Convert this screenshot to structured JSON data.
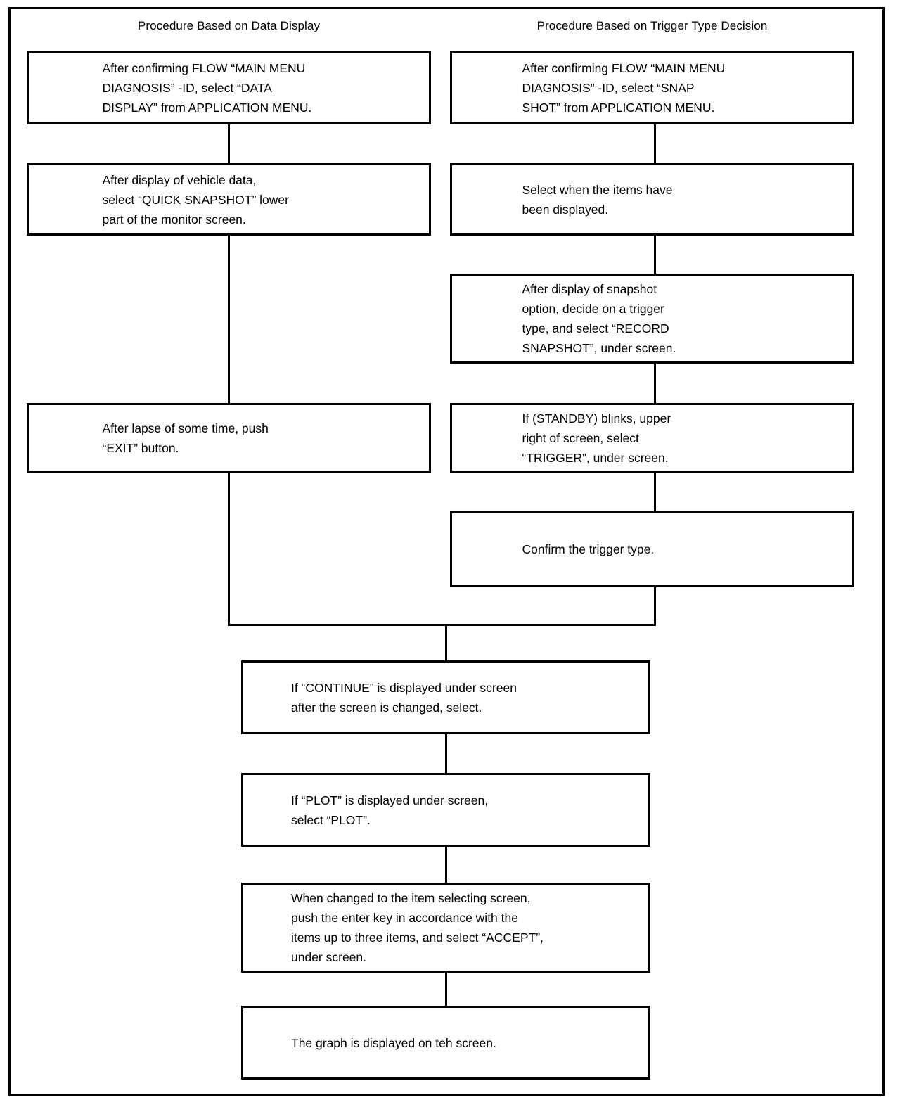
{
  "diagram": {
    "title_left_column": "Procedure Based on Data Display",
    "title_right_column": "Procedure Based on Trigger Type Decision",
    "left_column": [
      {
        "id": "data-display-step-1",
        "text": "After confirming FLOW “MAIN MENU\nDIAGNOSIS” -ID, select “DATA\nDISPLAY” from APPLICATION MENU."
      },
      {
        "id": "data-display-step-2",
        "text": "After display of vehicle data,\nselect “QUICK SNAPSHOT” lower\npart of the monitor screen."
      },
      {
        "id": "data-display-step-3",
        "text": "After lapse of some time, push\n“EXIT” button."
      }
    ],
    "right_column": [
      {
        "id": "trigger-step-1",
        "text": "After confirming FLOW “MAIN MENU\nDIAGNOSIS” -ID, select “SNAP\nSHOT” from APPLICATION MENU."
      },
      {
        "id": "trigger-step-2",
        "text": "Select when the items have\nbeen displayed."
      },
      {
        "id": "trigger-step-3",
        "text": "After display of snapshot\noption, decide on a trigger\ntype, and select “RECORD\nSNAPSHOT”, under screen."
      },
      {
        "id": "trigger-step-4",
        "text": "If (STANDBY) blinks, upper\nright of screen, select\n“TRIGGER”, under screen."
      },
      {
        "id": "trigger-step-5",
        "text": "Confirm the trigger type."
      }
    ],
    "merged_column": [
      {
        "id": "merged-step-1",
        "text": "If “CONTINUE” is displayed under screen\nafter the screen is changed, select."
      },
      {
        "id": "merged-step-2",
        "text": "If “PLOT” is displayed under screen,\nselect “PLOT”."
      },
      {
        "id": "merged-step-3",
        "text": "When changed to the item selecting screen,\npush the enter key in accordance with the\nitems up to three items, and select “ACCEPT”,\nunder screen."
      },
      {
        "id": "merged-step-4",
        "text": "The graph is displayed on teh screen."
      }
    ],
    "colors": {
      "line": "#000000",
      "background": "#ffffff",
      "text": "#000000"
    }
  }
}
